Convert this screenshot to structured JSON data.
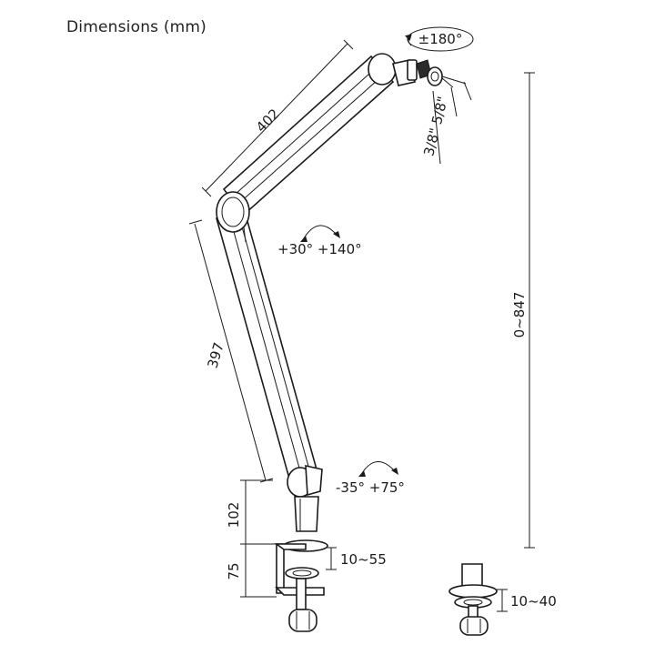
{
  "title": "Dimensions (mm)",
  "labels": {
    "rotation": "±180°",
    "thread": "3/8\"  5/8\"",
    "upper_arm_length": "402",
    "elbow_angle": "+30°  +140°",
    "lower_arm_length": "397",
    "height_range": "0~847",
    "base_angle": "-35°  +75°",
    "pole_height": "102",
    "clamp_height": "75",
    "clamp_range_main": "10~55",
    "clamp_range_small": "10~40"
  }
}
